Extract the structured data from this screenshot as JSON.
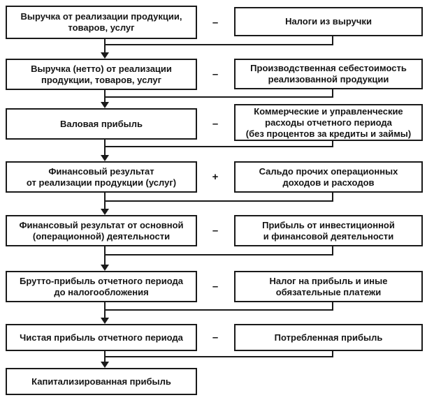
{
  "diagram": {
    "type": "flowchart",
    "language": "ru",
    "colors": {
      "line": "#1a1a1a",
      "text": "#151515",
      "background": "#ffffff"
    },
    "rows": [
      {
        "left": "Выручка от реализации продукции,\nтоваров,  услуг",
        "op": "–",
        "right": "Налоги из выручки"
      },
      {
        "left": "Выручка (нетто) от реализации\nпродукции,  товаров, услуг",
        "op": "–",
        "right": "Производственная себестоимость\nреализованной продукции"
      },
      {
        "left": "Валовая прибыль",
        "op": "–",
        "right": "Коммерческие и управленческие\nрасходы отчетного периода\n(без процентов за кредиты и займы)"
      },
      {
        "left": "Финансовый результат\nот реализации продукции (услуг)",
        "op": "+",
        "right": "Сальдо прочих операционных\nдоходов  и расходов"
      },
      {
        "left": "Финансовый результат от основной\n(операционной) деятельности",
        "op": "–",
        "right": "Прибыль от инвестиционной\nи финансовой деятельности"
      },
      {
        "left": "Брутто-прибыль отчетного периода\nдо налогообложения",
        "op": "–",
        "right": "Налог на прибыль и иные\nобязательные платежи"
      },
      {
        "left": "Чистая прибыль отчетного периода",
        "op": "–",
        "right": "Потребленная прибыль"
      },
      {
        "left": "Капитализированная  прибыль"
      }
    ]
  }
}
